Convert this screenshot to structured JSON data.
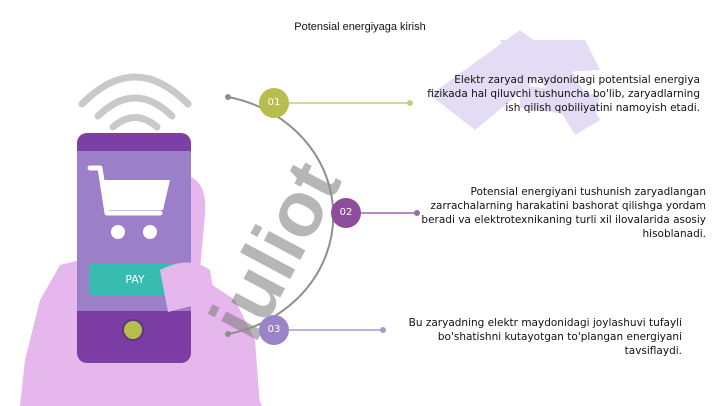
{
  "title": "Potensial energiyaga kirish",
  "pay_label": "PAY",
  "steps": [
    {
      "number": "01",
      "color": "#b7bd4e",
      "text": "Elektr zaryad maydonidagi potentsial energiya fizikada hal qiluvchi tushuncha bo'lib, zaryadlarning ish qilish qobiliyatini namoyish etadi."
    },
    {
      "number": "02",
      "color": "#8d4d9b",
      "text": "Potensial energiyani tushunish zaryadlangan zarrachalarning harakatini bashorat qilishga yordam beradi va elektrotexnikaning turli xil ilovalarida asosiy hisoblanadi."
    },
    {
      "number": "03",
      "color": "#9a83c8",
      "text": "Bu zaryadning elektr maydonidagi joylashuvi tufayli bo'shatishni kutayotgan to'plangan energiyani tavsiflaydi."
    }
  ],
  "watermark": "iuliot"
}
